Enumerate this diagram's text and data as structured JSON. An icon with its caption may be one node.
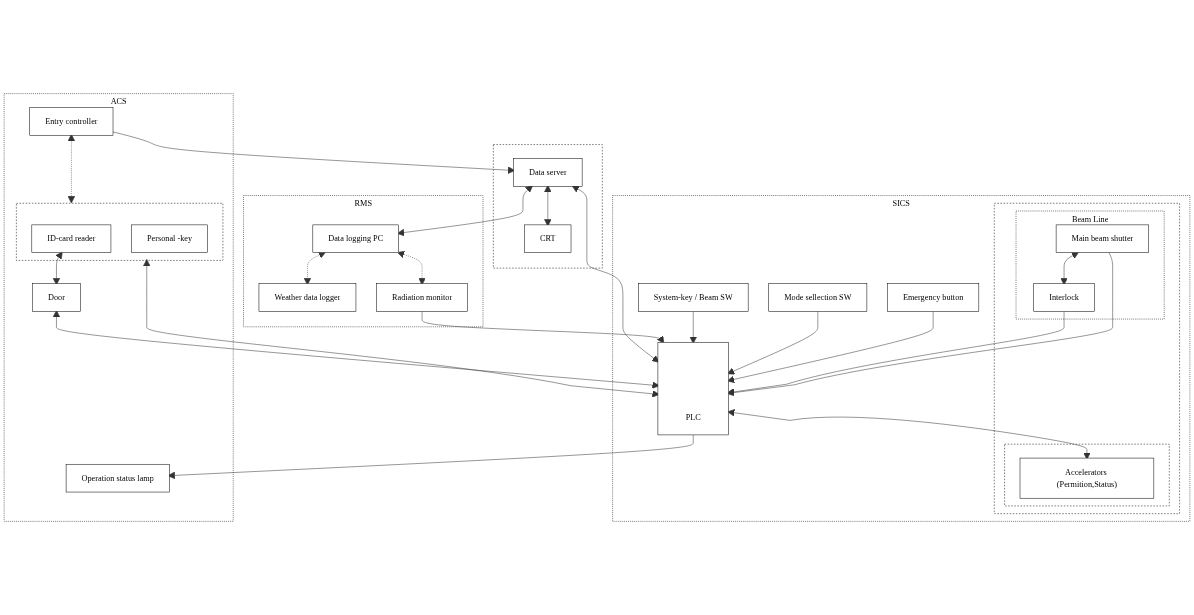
{
  "diagram": {
    "nodes": [
      {
        "text": [],
        "shape": "box"
      },
      {
        "text": [
          "Data server"
        ],
        "in": 0
      },
      {
        "text": [
          "CRT"
        ],
        "in": 0
      },
      {
        "text": [
          "RMS"
        ]
      },
      {
        "text": [
          "Data logging PC"
        ],
        "in": 3
      },
      {
        "text": [
          "Weather data logger"
        ],
        "in": 3
      },
      {
        "text": [
          "Radiation monitor"
        ],
        "in": 3
      },
      {
        "text": [
          "ACS"
        ]
      },
      {
        "text": [
          "Entry controller"
        ],
        "in": 7
      },
      {
        "text": [],
        "shape": "box",
        "in": 7
      },
      {
        "text": [
          "ID-card reader"
        ],
        "in": 9
      },
      {
        "text": [
          "Personal -key"
        ],
        "in": 9
      },
      {
        "text": [
          "Door"
        ],
        "in": 7
      },
      {
        "text": [
          "Operation status lamp"
        ],
        "in": 7
      },
      {
        "text": [
          "SICS"
        ]
      },
      {
        "text": [
          "PLC"
        ],
        "in": 14
      },
      {
        "text": [
          "System-key / Beam SW"
        ],
        "in": 14
      },
      {
        "text": [
          "Mode sellection SW"
        ],
        "in": 14
      },
      {
        "text": [
          "Emergency  button"
        ],
        "in": 14
      },
      {
        "text": [],
        "shape": "box",
        "in": 14
      },
      {
        "text": [
          "Beam Line"
        ],
        "in": 19
      },
      {
        "text": [
          "Interlock"
        ],
        "in": 20
      },
      {
        "text": [
          "Main beam shutter"
        ],
        "in": 20
      },
      {
        "text": [],
        "shape": "box",
        "in": 19
      },
      {
        "text": [
          "Accelerators (Permition,Status)"
        ],
        "in": 23
      }
    ],
    "edges": [
      {
        "from": 1,
        "to": 2,
        "arrow": "both"
      },
      {
        "from": 1,
        "to": 4,
        "arrow": "both"
      },
      {
        "from": 8,
        "to": 1,
        "arrow": "to"
      },
      {
        "from": 1,
        "to": 15,
        "arrow": "both"
      },
      {
        "from": 4,
        "to": 6,
        "arrow": "both",
        "style": "dashed"
      },
      {
        "from": 4,
        "to": 5,
        "arrow": "both",
        "style": "dashed"
      },
      {
        "from": 8,
        "to": 9,
        "arrow": "both",
        "style": "dashed"
      },
      {
        "from": 9,
        "to": 15,
        "arrow": "both"
      },
      {
        "from": 10,
        "to": 12,
        "arrow": "both"
      },
      {
        "from": 12,
        "to": 15,
        "arrow": "both"
      },
      {
        "from": 15,
        "to": 13,
        "arrow": "to"
      },
      {
        "from": 6,
        "to": 15,
        "arrow": "to"
      },
      {
        "from": 16,
        "to": 15,
        "arrow": "to"
      },
      {
        "from": 17,
        "to": 15,
        "arrow": "to"
      },
      {
        "from": 18,
        "to": 15,
        "arrow": "to"
      },
      {
        "from": 21,
        "to": 15,
        "arrow": "to"
      },
      {
        "from": 22,
        "to": 15,
        "arrow": "to"
      },
      {
        "from": 22,
        "to": 21,
        "arrow": "both"
      },
      {
        "from": 15,
        "to": 24,
        "arrow": "both"
      }
    ]
  }
}
